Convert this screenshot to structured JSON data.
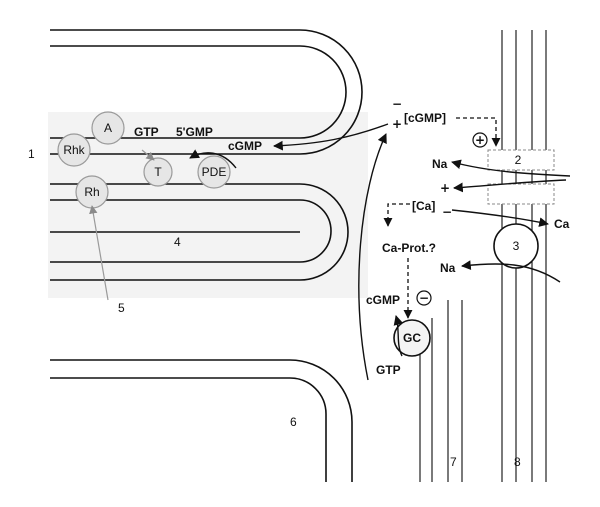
{
  "regions": {
    "r1": "1",
    "r2": "2",
    "r3": "3",
    "r4": "4",
    "r5": "5",
    "r6": "6",
    "r7": "7",
    "r8": "8"
  },
  "molecules": {
    "rhk": "Rhk",
    "a": "A",
    "t": "T",
    "pde": "PDE",
    "rh": "Rh",
    "gc": "GC"
  },
  "labels": {
    "gtp_top": "GTP",
    "gmp5": "5'GMP",
    "cgmp_left": "cGMP",
    "cgmp_bracket": "[cGMP]",
    "na_top": "Na",
    "ca_bracket": "[Ca]",
    "ca_out": "Ca",
    "ca_prot": "Ca-Prot.?",
    "na_bottom": "Na",
    "cgmp_bottom": "cGMP",
    "gtp_bottom": "GTP"
  },
  "signs": {
    "minus_cgmp": "−",
    "plus_cgmp": "+",
    "plus_circle": "+",
    "plus_ca": "+",
    "minus_ca": "−",
    "minus_circle": "−"
  }
}
